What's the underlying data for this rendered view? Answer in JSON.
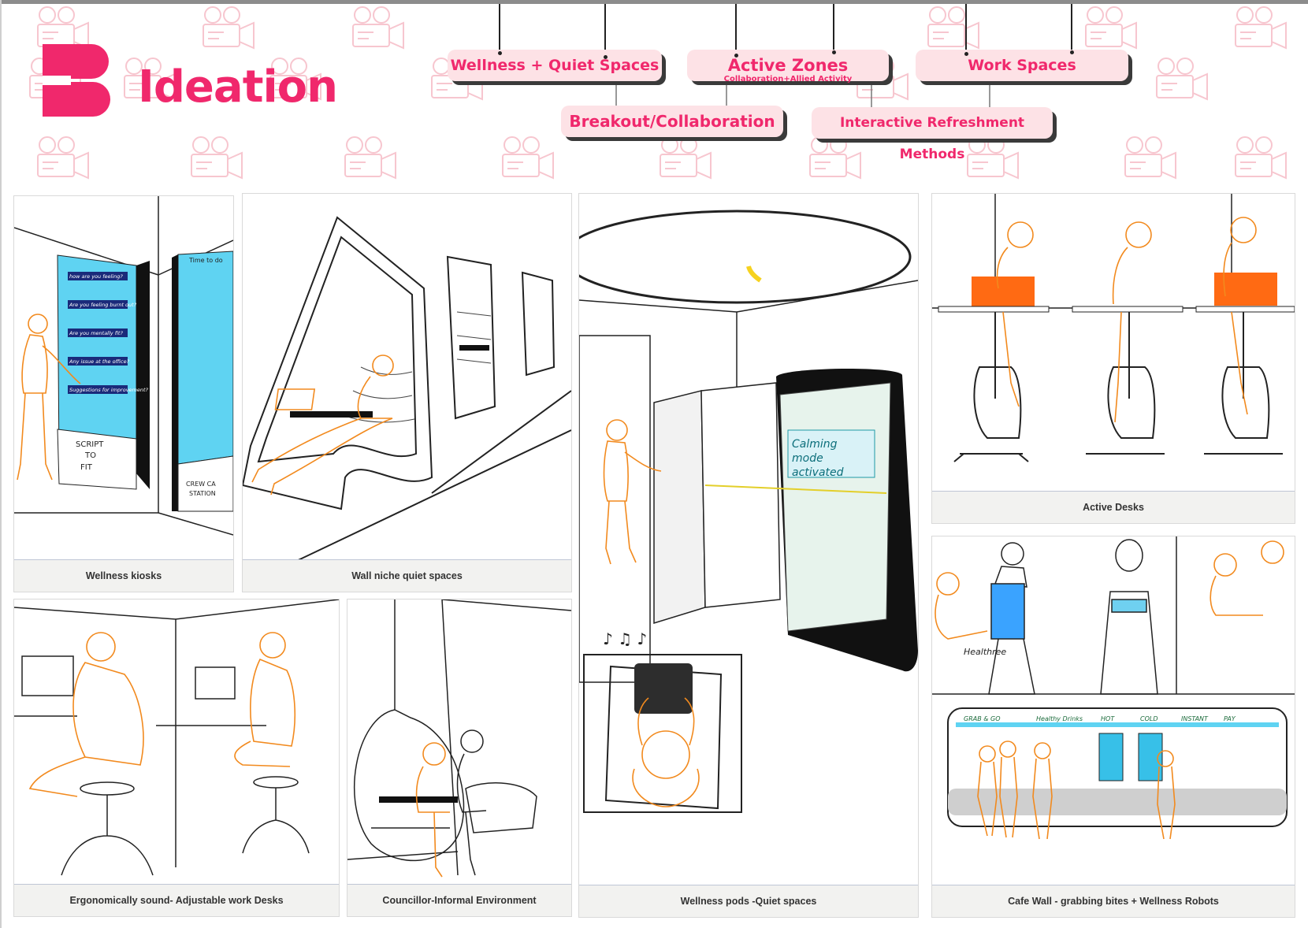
{
  "brand": {
    "title": "Ideation",
    "logo_letter": "B",
    "accent": "#f0286c",
    "tag_bg": "#fde2e6",
    "sketch_orange": "#f28a1e"
  },
  "categories": {
    "wellness": "Wellness + Quiet Spaces",
    "active": "Active Zones",
    "active_sub": "Collaboration+Allied Activity",
    "work": "Work Spaces",
    "breakout": "Breakout/Collaboration",
    "refresh": "Interactive Refreshment Methods"
  },
  "cards": {
    "wellness_kiosks": "Wellness kiosks",
    "wall_niche": "Wall niche quiet spaces",
    "wellness_pods": "Wellness pods -Quiet spaces",
    "active_desks": "Active Desks",
    "ergonomic": "Ergonomically sound- Adjustable work Desks",
    "councillor": "Councillor-Informal Environment",
    "cafe_wall": "Cafe Wall - grabbing bites + Wellness Robots"
  },
  "sketch_text": {
    "kiosk_lines": [
      "how are you feeling?",
      "Are you feeling burnt out?",
      "Are you mentally fit?",
      "Any issue at the office?",
      "Suggestions for improvement?"
    ],
    "kiosk_base": [
      "SCRIPT",
      "TO",
      "FIT"
    ],
    "kiosk2_top": "Time to do",
    "kiosk2_base": [
      "CREW CA",
      "STATION"
    ],
    "pod_screen": [
      "Calming",
      "mode",
      "activated"
    ],
    "robot_chest": "Healthree",
    "cafe_sections": [
      "GRAB & GO",
      "Healthy Drinks",
      "HOT",
      "COLD",
      "INSTANT",
      "PAY"
    ]
  }
}
